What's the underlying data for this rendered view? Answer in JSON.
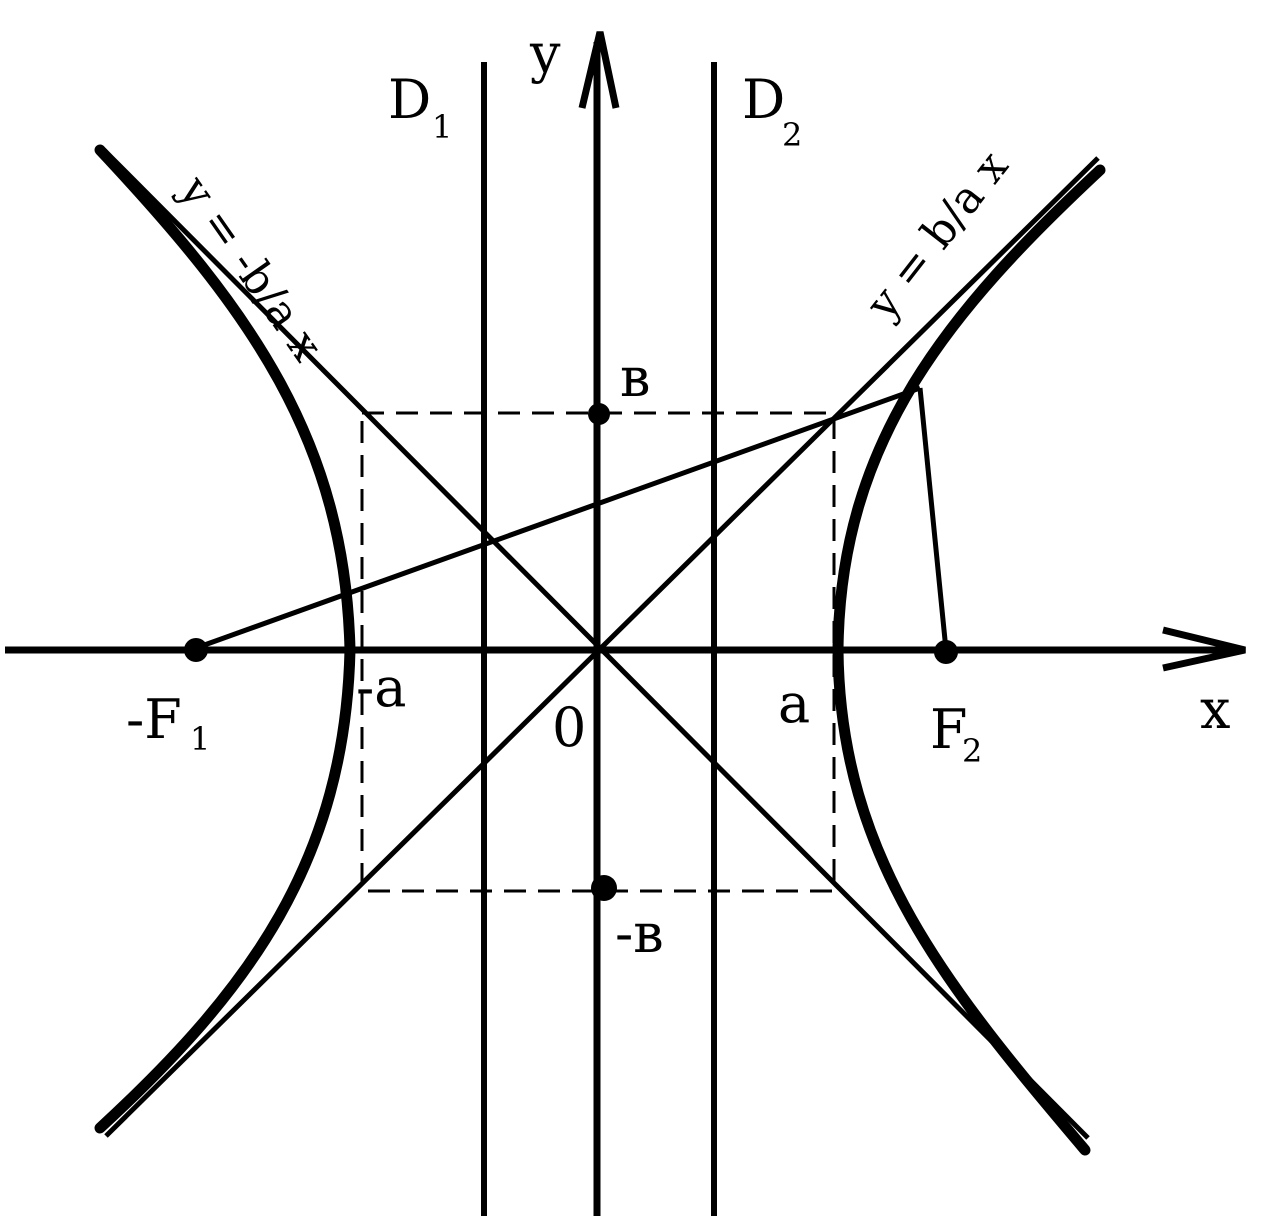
{
  "labels": {
    "y_axis": "y",
    "x_axis": "x",
    "origin": "0",
    "directrix_1_main": "D",
    "directrix_1_sub": "1",
    "directrix_2_main": "D",
    "directrix_2_sub": "2",
    "b_pos": "в",
    "b_neg": "-в",
    "a_neg": "-a",
    "a_pos": "a",
    "focus_left_main": "-F",
    "focus_left_sub": "1",
    "focus_right_main": "F",
    "focus_right_sub": "2",
    "asymptote_left": "y = -b/a x",
    "asymptote_right": "y = b/a x"
  },
  "colors": {
    "ink": "#000000",
    "background": "#ffffff"
  }
}
